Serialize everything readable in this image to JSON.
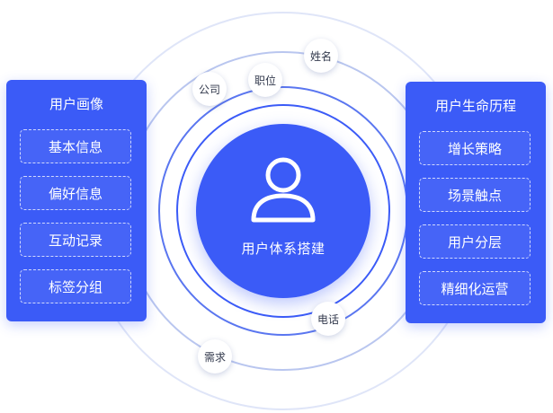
{
  "center": {
    "label": "用户体系搭建",
    "icon": "user-icon"
  },
  "tags": {
    "company": "公司",
    "position": "职位",
    "name": "姓名",
    "phone": "电话",
    "demand": "需求"
  },
  "left_panel": {
    "title": "用户画像",
    "items": [
      "基本信息",
      "偏好信息",
      "互动记录",
      "标签分组"
    ]
  },
  "right_panel": {
    "title": "用户生命历程",
    "items": [
      "增长策略",
      "场景触点",
      "用户分层",
      "精细化运营"
    ]
  },
  "colors": {
    "primary": "#3b5bf7",
    "ring_inner": "#5a76f0",
    "ring_outer": "#dfe5f8",
    "background": "#ffffff"
  }
}
